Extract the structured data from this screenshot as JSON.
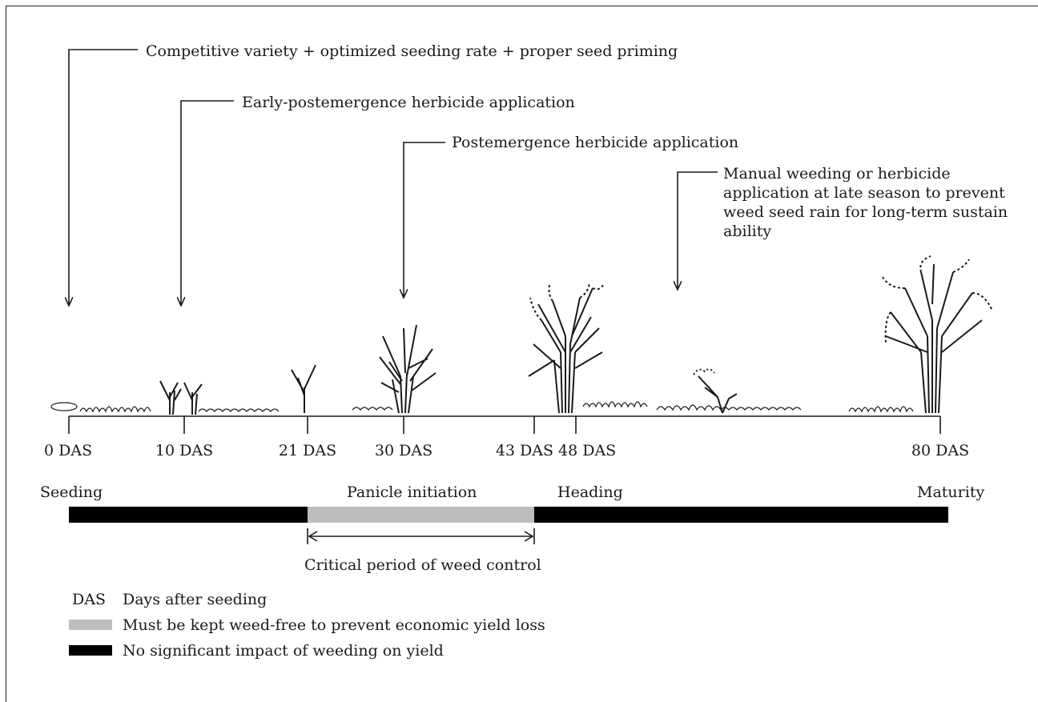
{
  "annotations": {
    "a1": "Competitive variety + optimized seeding rate + proper seed priming",
    "a2": "Early-postemergence herbicide application",
    "a3": "Postemergence herbicide application",
    "a4": "Manual weeding or herbicide application at late season to prevent weed seed rain for long-term sustain ability"
  },
  "timeline": {
    "ticks": [
      {
        "label": "0 DAS",
        "das": 0
      },
      {
        "label": "10 DAS",
        "das": 10
      },
      {
        "label": "21 DAS",
        "das": 21
      },
      {
        "label": "30 DAS",
        "das": 30
      },
      {
        "label": "43 DAS",
        "das": 43
      },
      {
        "label": "48 DAS",
        "das": 48
      },
      {
        "label": "80 DAS",
        "das": 80
      }
    ]
  },
  "stages": {
    "seeding": "Seeding",
    "panicle": "Panicle initiation",
    "heading": "Heading",
    "maturity": "Maturity"
  },
  "critical_period": "Critical period of weed control",
  "legend": {
    "das_key": "DAS",
    "das_desc": "Days after seeding",
    "gray_desc": "Must be kept weed-free to prevent economic yield loss",
    "black_desc": "No significant impact of weeding on yield"
  },
  "colors": {
    "critical": "#bdbdbd",
    "noncritical": "#000000",
    "line": "#1a1a1a"
  }
}
